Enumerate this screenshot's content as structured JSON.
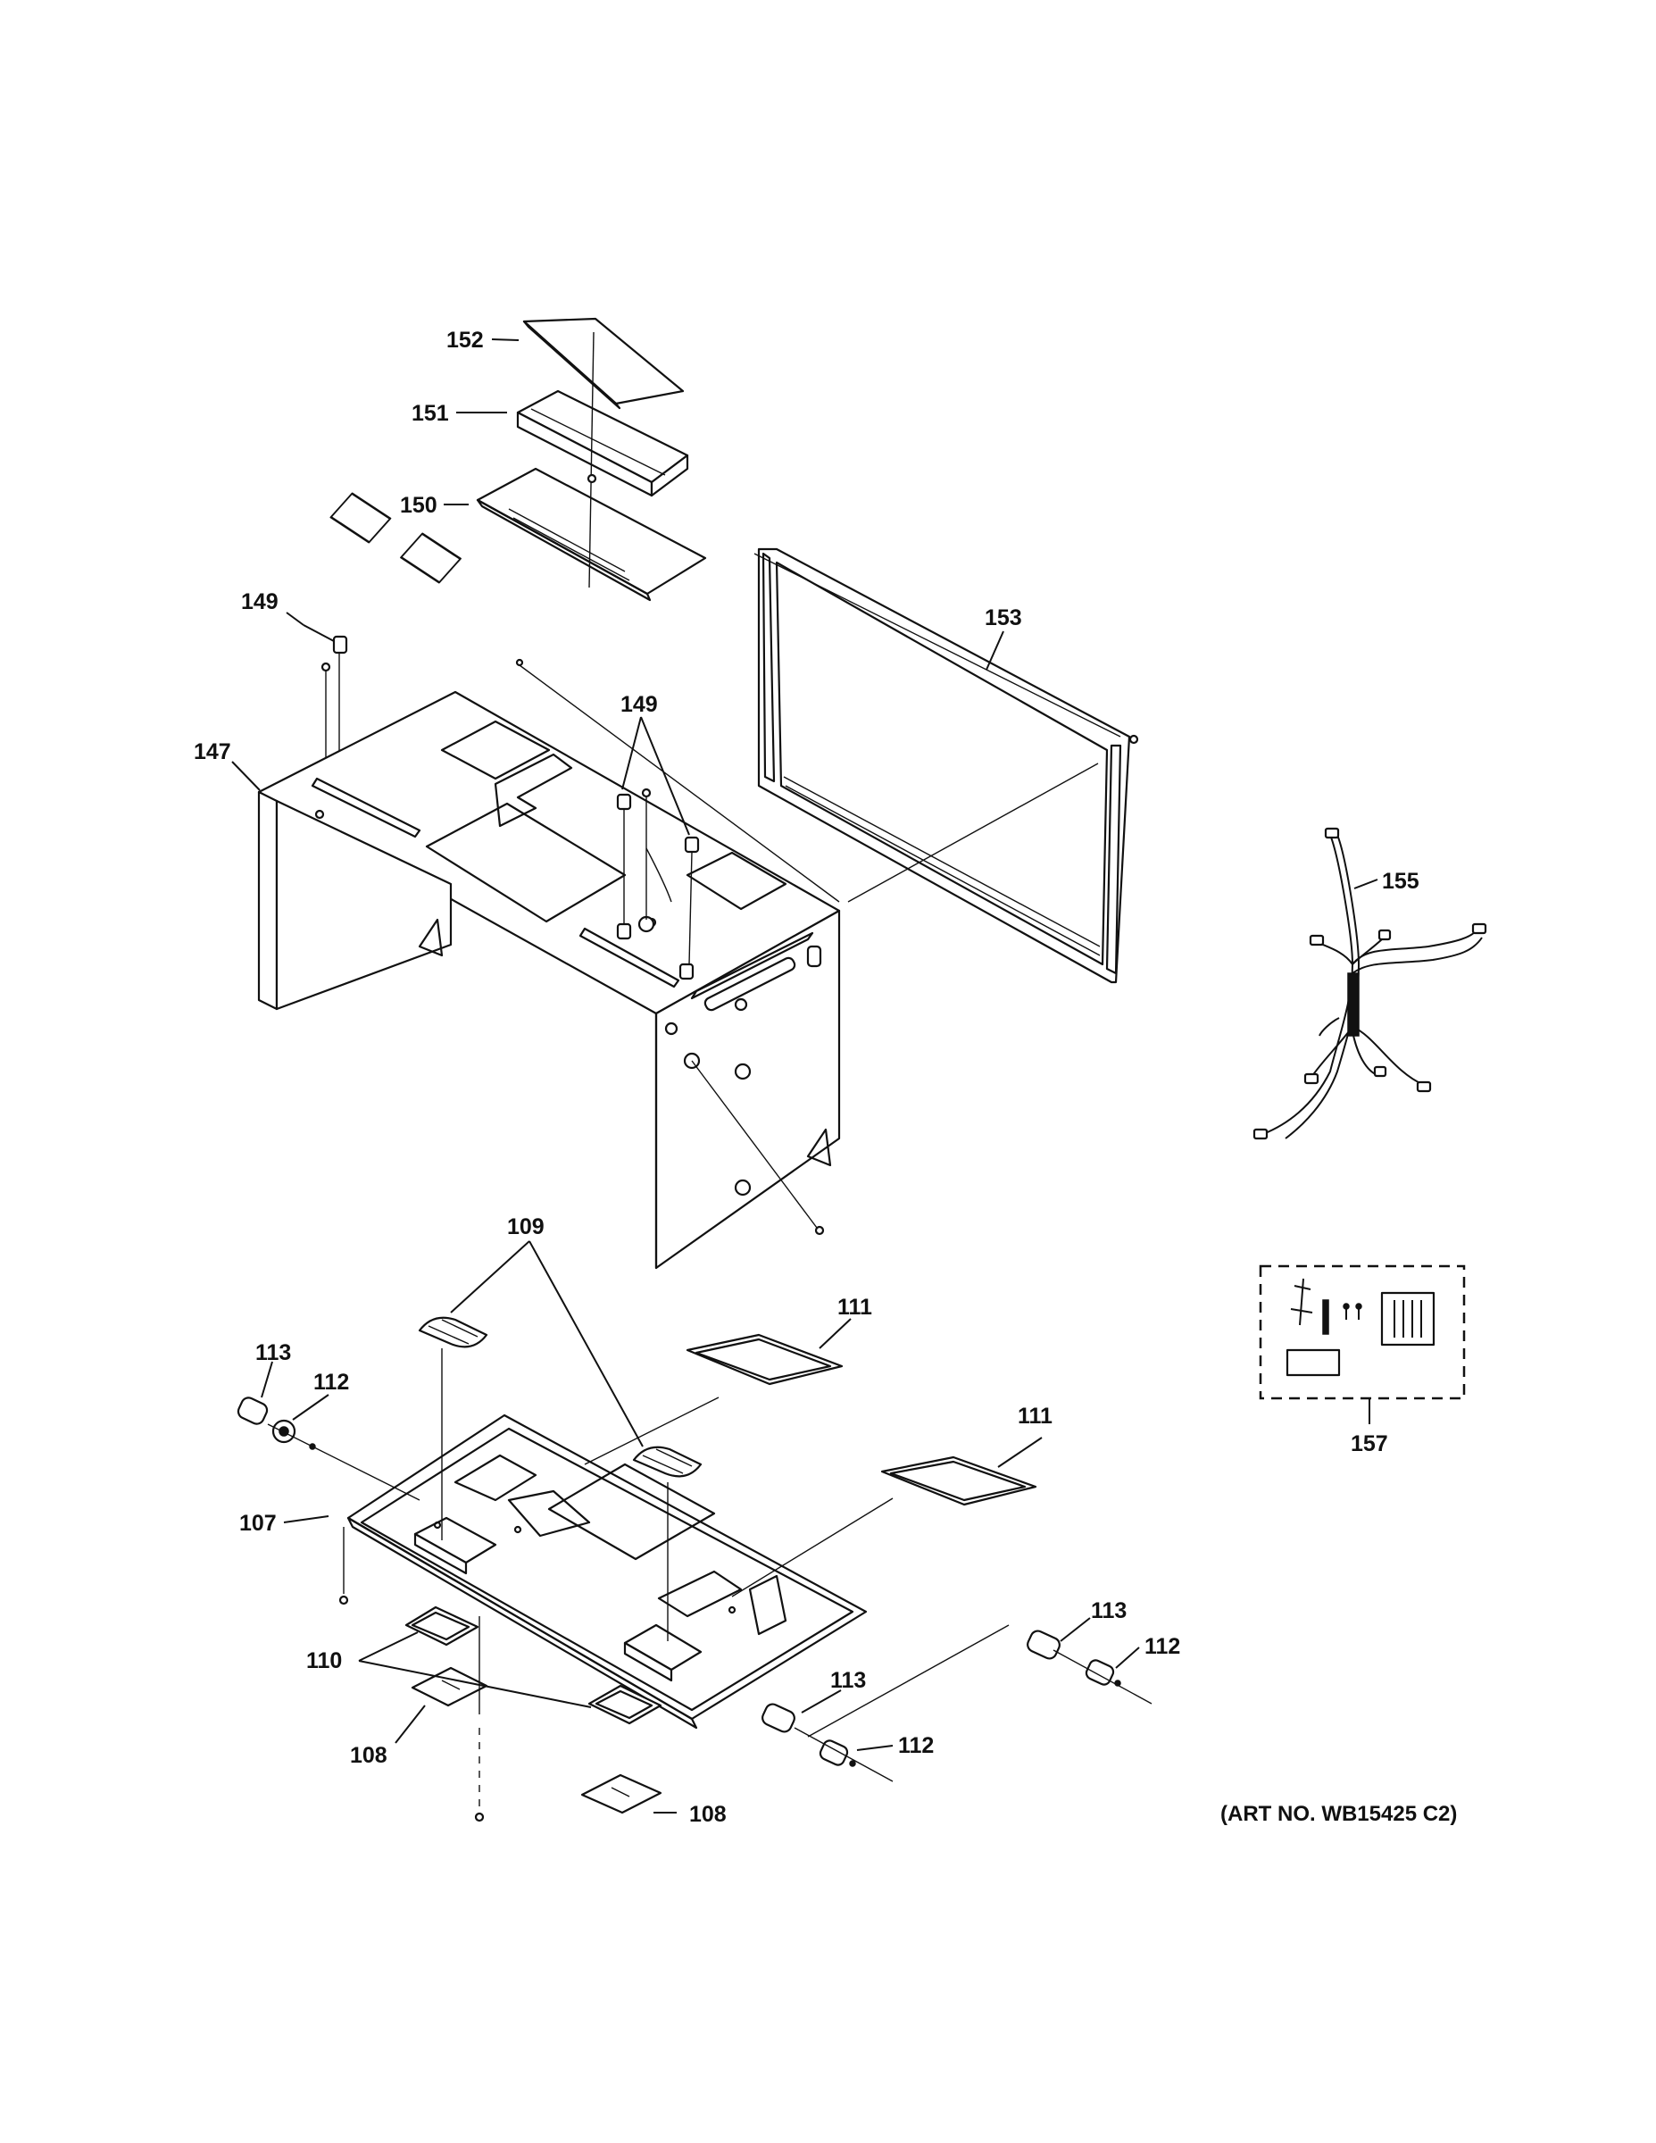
{
  "diagram": {
    "callouts": {
      "c152": "152",
      "c151": "151",
      "c150": "150",
      "c149a": "149",
      "c149b": "149",
      "c147": "147",
      "c153": "153",
      "c155": "155",
      "c109": "109",
      "c111a": "111",
      "c111b": "111",
      "c113a": "113",
      "c112a": "112",
      "c107": "107",
      "c110": "110",
      "c108a": "108",
      "c108b": "108",
      "c113b": "113",
      "c112b": "112",
      "c113c": "113",
      "c112c": "112",
      "c157": "157"
    },
    "art_number": "(ART NO. WB15425 C2)"
  }
}
